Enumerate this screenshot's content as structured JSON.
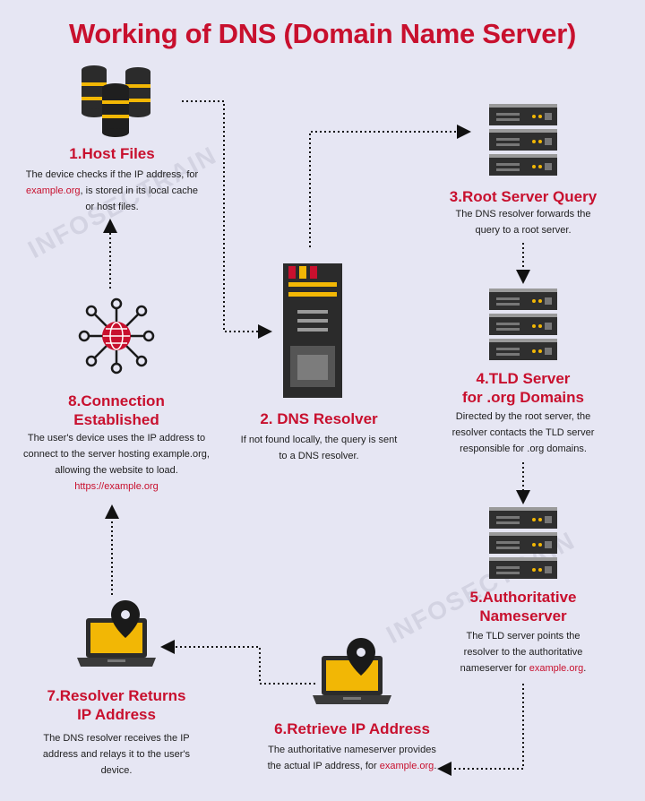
{
  "title": "Working of DNS (Domain Name Server)",
  "watermark": "INFOSECTRAIN",
  "steps": [
    {
      "title": "1.Host Files",
      "desc_pre": "The device checks if the IP address, for ",
      "desc_link": "example.org",
      "desc_post": ", is stored in its local cache or host files.",
      "icon": "database-stack-icon"
    },
    {
      "title": "2. DNS Resolver",
      "desc": "If not found locally, the query is sent to a DNS resolver.",
      "icon": "resolver-tower-icon"
    },
    {
      "title": "3.Root Server Query",
      "desc": "The DNS resolver forwards the query to a root server.",
      "icon": "server-rack-icon"
    },
    {
      "title_line1": "4.TLD Server",
      "title_line2": "for .org Domains",
      "desc": "Directed by the root server, the resolver contacts the TLD server responsible for .org domains.",
      "icon": "server-rack-icon"
    },
    {
      "title_line1": "5.Authoritative",
      "title_line2": "Nameserver",
      "desc_pre": "The TLD server points the resolver to the authoritative nameserver for ",
      "desc_link": "example.org",
      "desc_post": ".",
      "icon": "server-rack-icon"
    },
    {
      "title": "6.Retrieve IP Address",
      "desc_pre": "The authoritative nameserver provides the actual IP address, for ",
      "desc_link": "example.org",
      "desc_post": ".",
      "icon": "laptop-location-icon"
    },
    {
      "title_line1": "7.Resolver Returns",
      "title_line2": "IP Address",
      "desc": "The DNS resolver receives the IP address and relays it to the user's device.",
      "icon": "laptop-location-icon"
    },
    {
      "title_line1": "8.Connection",
      "title_line2": "Established",
      "desc_pre": "The user's device uses the IP address to connect to the server hosting example.org, allowing the website to load.  ",
      "desc_link": "https://example.org",
      "icon": "network-globe-icon"
    }
  ],
  "colors": {
    "accent": "#c8102e",
    "background": "#e6e6f3",
    "dark": "#2a2a2a",
    "yellow": "#f2b705",
    "server": "#3a3a3a"
  }
}
